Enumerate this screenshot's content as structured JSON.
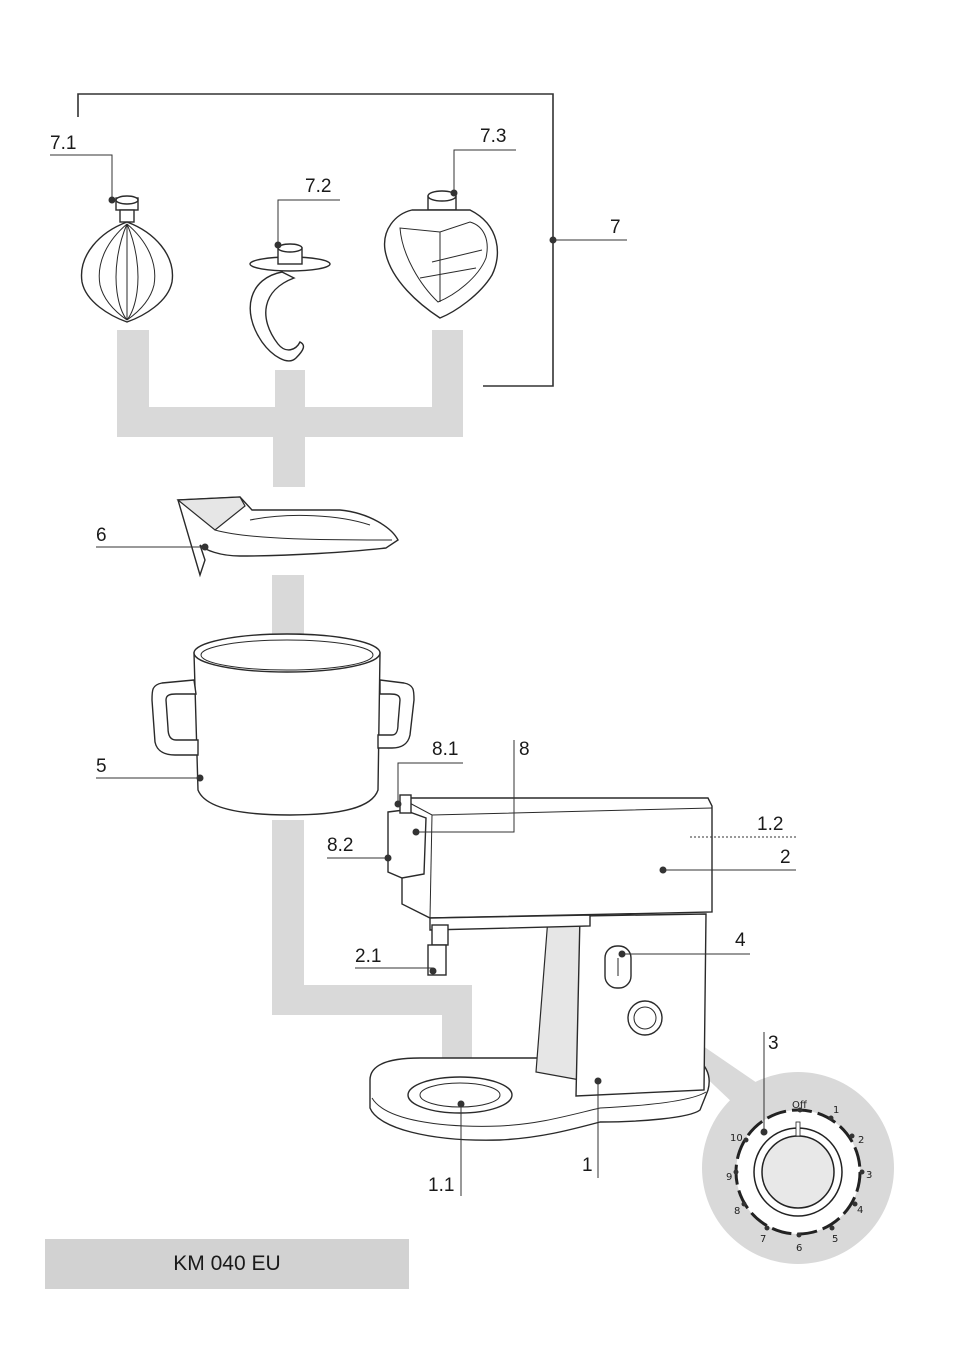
{
  "labels": {
    "l7_1": "7.1",
    "l7_2": "7.2",
    "l7_3": "7.3",
    "l7": "7",
    "l6": "6",
    "l5": "5",
    "l8_1": "8.1",
    "l8": "8",
    "l8_2": "8.2",
    "l1_2": "1.2",
    "l2": "2",
    "l4": "4",
    "l2_1": "2.1",
    "l3": "3",
    "l1_1": "1.1",
    "l1": "1"
  },
  "dial": {
    "off": "Off",
    "n1": "1",
    "n2": "2",
    "n3": "3",
    "n4": "4",
    "n5": "5",
    "n6": "6",
    "n7": "7",
    "n8": "8",
    "n9": "9",
    "n10": "10"
  },
  "model": "KM 040 EU",
  "colors": {
    "flow": "#d9d9d9",
    "model_box": "#d2d2d2",
    "lines": "#333333"
  }
}
